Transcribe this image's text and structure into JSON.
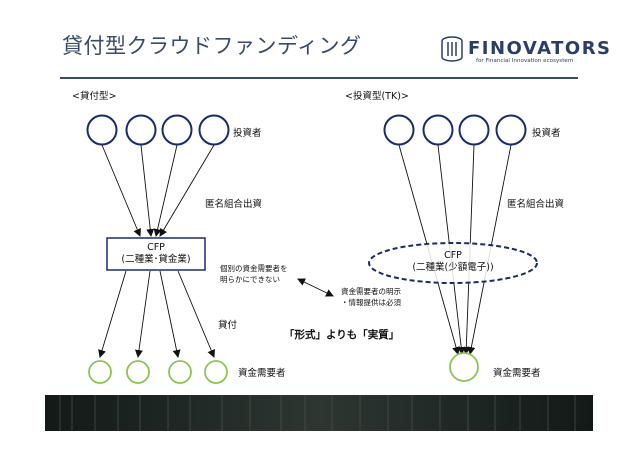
{
  "header": {
    "title": "貸付型クラウドファンディング",
    "logo_name": "FINOVATORS",
    "logo_tagline": "for Financial Innovation ecosystem",
    "logo_icon": "finovators-logo-icon"
  },
  "left": {
    "heading": "<貸付型>",
    "investors_label": "投資者",
    "contribution_label": "匿名組合出資",
    "box_line1": "CFP",
    "box_line2": "(二種業･貸金業)",
    "note_lines": [
      "個別の資金需要者を",
      "明らかにできない"
    ],
    "loan_label": "貸付",
    "borrowers_label": "資金需要者"
  },
  "right": {
    "heading": "<投資型(TK)>",
    "investors_label": "投資者",
    "contribution_label": "匿名組合出資",
    "ellipse_line1": "CFP",
    "ellipse_line2": "(二種業(少額電子))",
    "borrowers_label": "資金需要者"
  },
  "middle": {
    "note_lines": [
      "資金需要者の明示",
      "・情報提供は必須"
    ],
    "emphasis": "「形式」よりも「実質」"
  },
  "colors": {
    "investor_circle": "#1c2a6e",
    "borrower_circle": "#8dc453",
    "ellipse_dash": "#1c2a6e",
    "title": "#3a4a6a"
  }
}
